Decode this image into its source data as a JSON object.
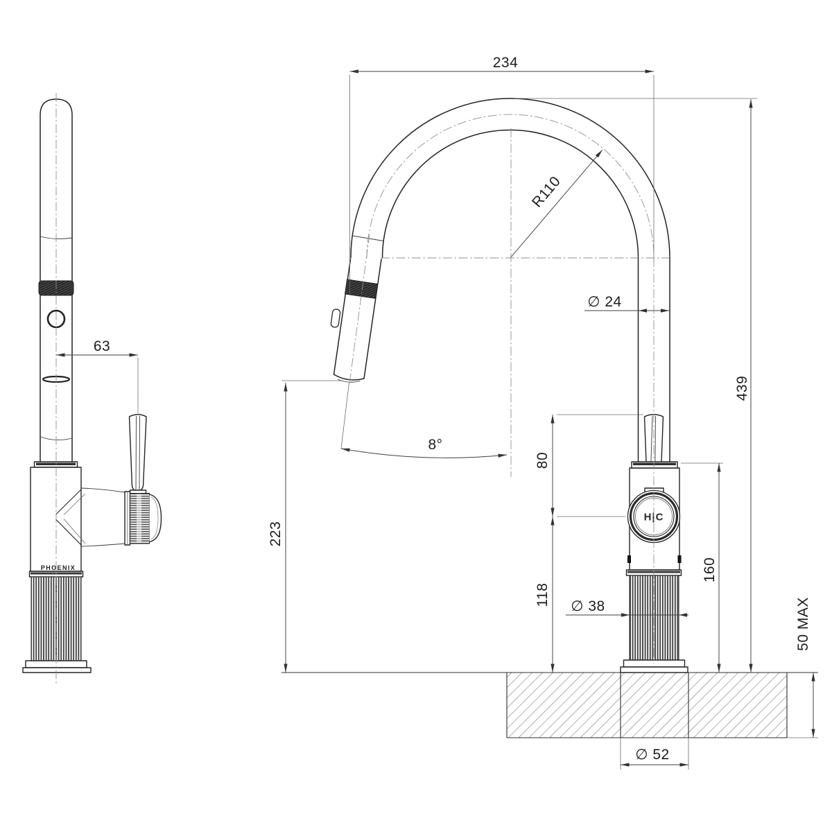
{
  "views": {
    "side": {
      "brand": "PHOENIX"
    },
    "front": {
      "dial_label": "H|C"
    }
  },
  "dimensions": {
    "reach": "234",
    "bend_radius": "R110",
    "spout_diameter": "∅ 24",
    "overall_height": "439",
    "nozzle_angle": "8°",
    "spout_clearance": "223",
    "handle_height": "80",
    "body_center_to_bench": "118",
    "body_top_to_bench": "160",
    "base_diameter": "∅ 38",
    "bench_thickness_max": "50 MAX",
    "hole_diameter": "∅ 52",
    "handle_offset": "63"
  }
}
